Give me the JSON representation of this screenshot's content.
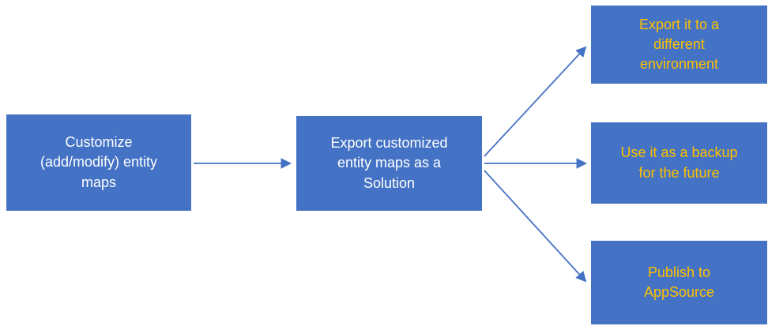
{
  "diagram": {
    "type": "flowchart",
    "nodes": [
      {
        "id": "customize-entity-maps",
        "label": "Customize (add/modify) entity maps",
        "text_style": "white"
      },
      {
        "id": "export-as-solution",
        "label": "Export customized entity maps as a Solution",
        "text_style": "white"
      },
      {
        "id": "export-different-environment",
        "label": "Export it to a different environment",
        "text_style": "accent"
      },
      {
        "id": "backup-for-future",
        "label": "Use it as a backup for the future",
        "text_style": "accent"
      },
      {
        "id": "publish-appsource",
        "label": "Publish to AppSource",
        "text_style": "accent"
      }
    ],
    "edges": [
      {
        "from": "customize-entity-maps",
        "to": "export-as-solution"
      },
      {
        "from": "export-as-solution",
        "to": "export-different-environment"
      },
      {
        "from": "export-as-solution",
        "to": "backup-for-future"
      },
      {
        "from": "export-as-solution",
        "to": "publish-appsource"
      }
    ]
  },
  "colors": {
    "box_fill": "#4472C4",
    "arrow": "#4472C4",
    "box_text": "#FFFFFF",
    "accent_text": "#FFC000",
    "background": "#FFFFFF"
  }
}
